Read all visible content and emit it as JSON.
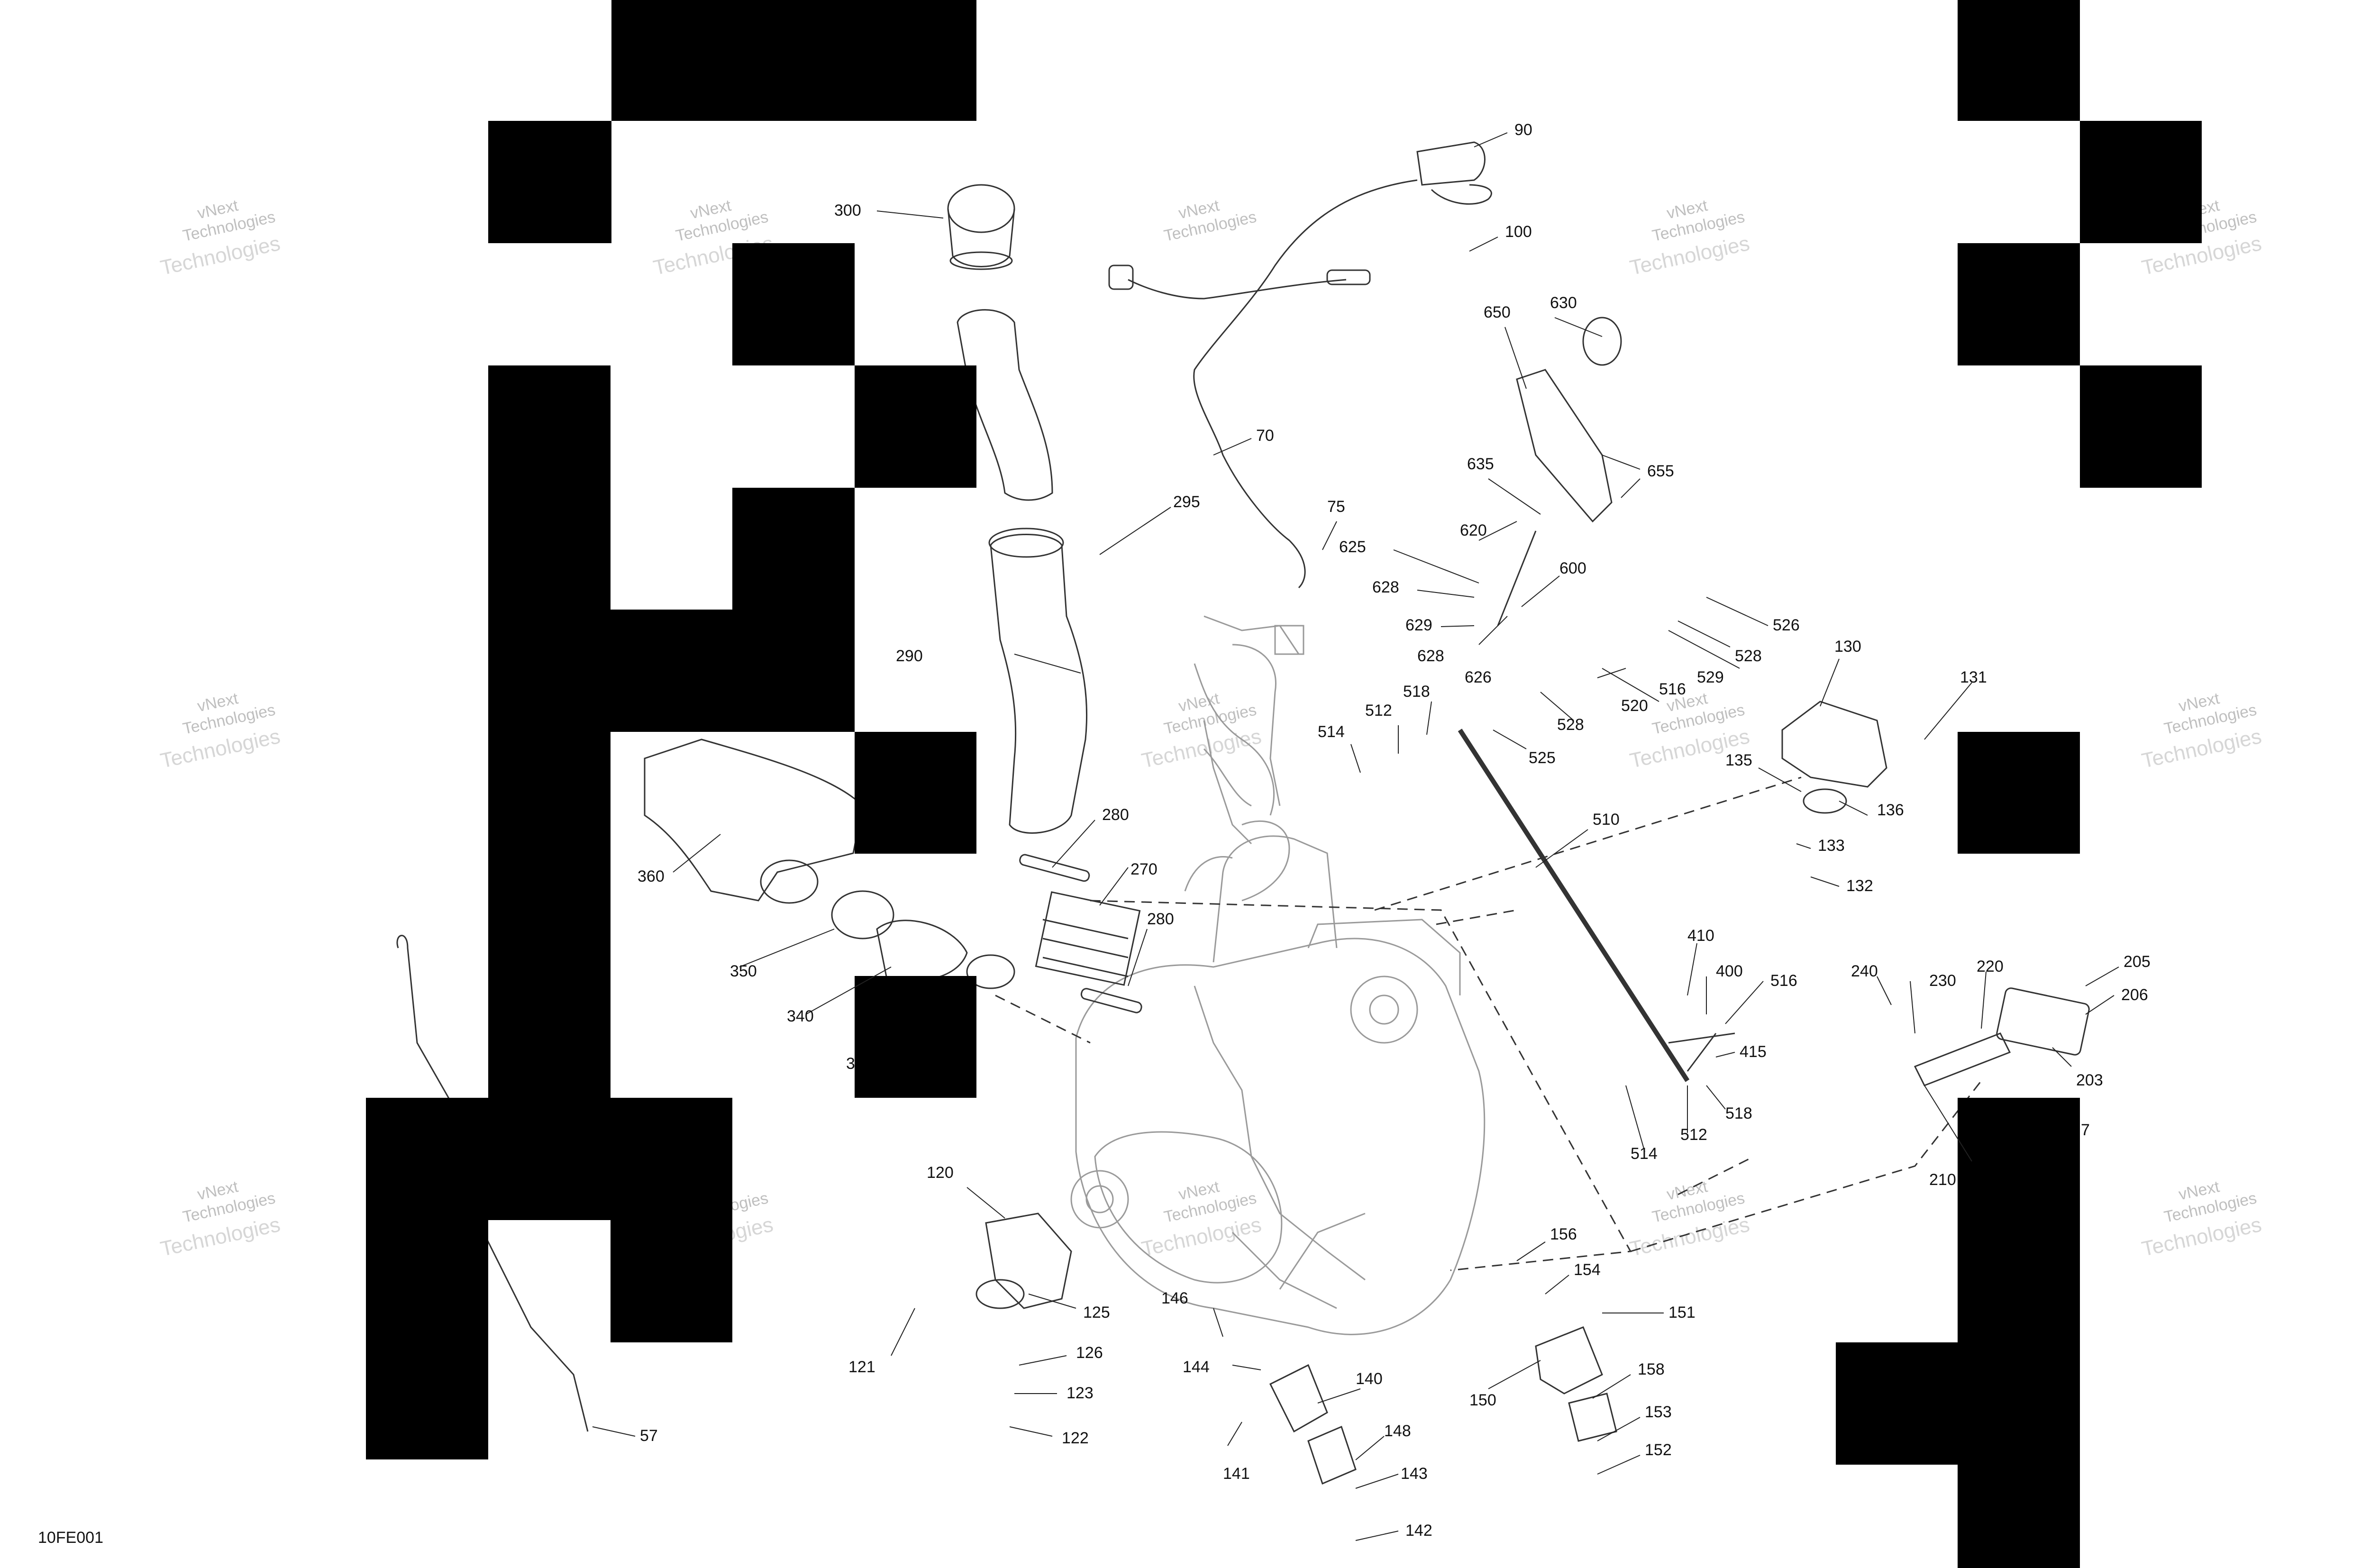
{
  "diagram_code": "10FE001",
  "watermark": {
    "line1": "vNext",
    "line2": "Technologies"
  },
  "parts": [
    {
      "id": "300"
    },
    {
      "id": "90"
    },
    {
      "id": "100"
    },
    {
      "id": "650"
    },
    {
      "id": "630"
    },
    {
      "id": "70"
    },
    {
      "id": "295"
    },
    {
      "id": "75"
    },
    {
      "id": "635"
    },
    {
      "id": "655"
    },
    {
      "id": "625"
    },
    {
      "id": "620"
    },
    {
      "id": "628"
    },
    {
      "id": "600"
    },
    {
      "id": "629"
    },
    {
      "id": "628b",
      "label": "628"
    },
    {
      "id": "626"
    },
    {
      "id": "526"
    },
    {
      "id": "528"
    },
    {
      "id": "529"
    },
    {
      "id": "516"
    },
    {
      "id": "520"
    },
    {
      "id": "528b",
      "label": "528"
    },
    {
      "id": "290"
    },
    {
      "id": "518"
    },
    {
      "id": "512"
    },
    {
      "id": "514"
    },
    {
      "id": "525"
    },
    {
      "id": "130"
    },
    {
      "id": "131"
    },
    {
      "id": "135"
    },
    {
      "id": "136"
    },
    {
      "id": "133"
    },
    {
      "id": "132"
    },
    {
      "id": "280"
    },
    {
      "id": "270"
    },
    {
      "id": "280b",
      "label": "280"
    },
    {
      "id": "510"
    },
    {
      "id": "360"
    },
    {
      "id": "350"
    },
    {
      "id": "340"
    },
    {
      "id": "410"
    },
    {
      "id": "400"
    },
    {
      "id": "516b",
      "label": "516"
    },
    {
      "id": "415"
    },
    {
      "id": "518b",
      "label": "518"
    },
    {
      "id": "512b",
      "label": "512"
    },
    {
      "id": "514b",
      "label": "514"
    },
    {
      "id": "240"
    },
    {
      "id": "230"
    },
    {
      "id": "220"
    },
    {
      "id": "205"
    },
    {
      "id": "206"
    },
    {
      "id": "203"
    },
    {
      "id": "210"
    },
    {
      "id": "120"
    },
    {
      "id": "125"
    },
    {
      "id": "121"
    },
    {
      "id": "126"
    },
    {
      "id": "123"
    },
    {
      "id": "122"
    },
    {
      "id": "146"
    },
    {
      "id": "144"
    },
    {
      "id": "140"
    },
    {
      "id": "141"
    },
    {
      "id": "148"
    },
    {
      "id": "143"
    },
    {
      "id": "142"
    },
    {
      "id": "156"
    },
    {
      "id": "154"
    },
    {
      "id": "151"
    },
    {
      "id": "150"
    },
    {
      "id": "158"
    },
    {
      "id": "153"
    },
    {
      "id": "152"
    },
    {
      "id": "57"
    }
  ],
  "partial_labels": {
    "cut_3": "3",
    "cut_7": "7"
  }
}
